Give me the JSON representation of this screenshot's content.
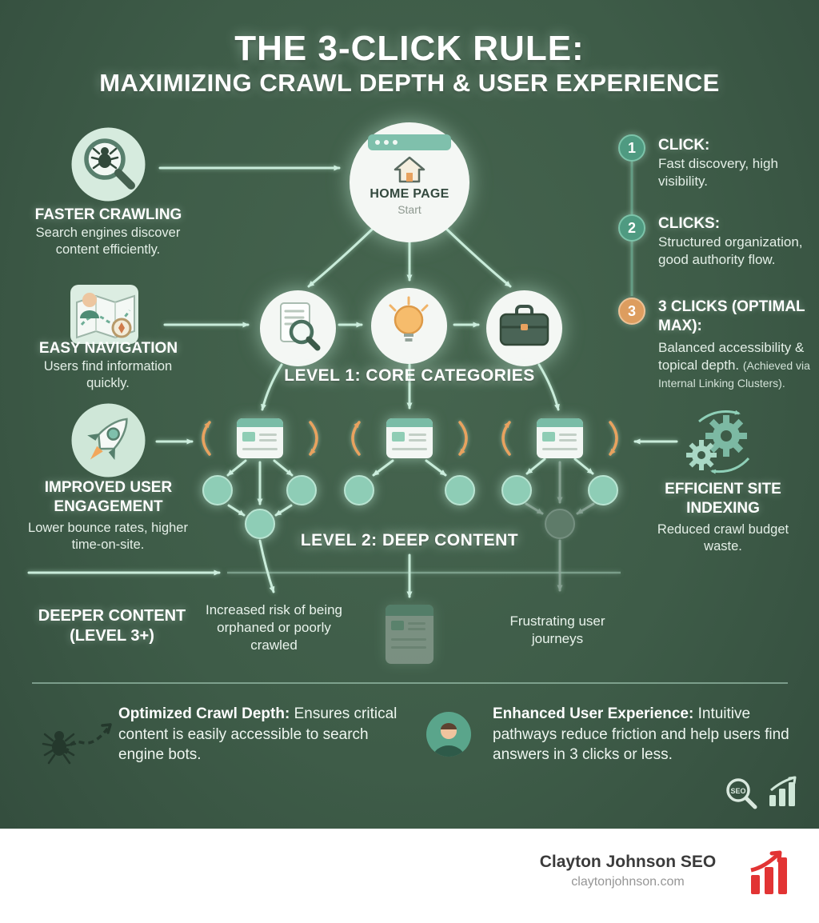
{
  "title": {
    "line1": "THE 3-CLICK RULE:",
    "line2": "MAXIMIZING CRAWL DEPTH & USER EXPERIENCE"
  },
  "left_column": [
    {
      "icon": "crawler-magnifier-icon",
      "heading": "FASTER CRAWLING",
      "body": "Search engines discover content efficiently."
    },
    {
      "icon": "navigation-map-icon",
      "heading": "EASY NAVIGATION",
      "body": "Users find information quickly."
    },
    {
      "icon": "rocket-icon",
      "heading": "IMPROVED USER ENGAGEMENT",
      "body": "Lower bounce rates, higher time-on-site."
    }
  ],
  "right_column": {
    "steps": [
      {
        "number": "1",
        "heading": "CLICK:",
        "body": "Fast discovery, high visibility."
      },
      {
        "number": "2",
        "heading": "CLICKS:",
        "body": "Structured organization, good authority flow."
      },
      {
        "number": "3",
        "heading": "3 CLICKS (OPTIMAL MAX):",
        "body": "Balanced accessibility & topical depth.",
        "note": "(Achieved via Internal Linking Clusters)."
      }
    ],
    "indexing": {
      "icon": "gears-icon",
      "heading": "EFFICIENT SITE INDEXING",
      "body": "Reduced crawl budget waste."
    }
  },
  "diagram": {
    "home": {
      "label": "HOME PAGE",
      "sublabel": "Start"
    },
    "level1_label": "LEVEL 1: CORE CATEGORIES",
    "level2_label": "LEVEL 2: DEEP CONTENT",
    "level3": {
      "heading": "DEEPER CONTENT (LEVEL 3+)",
      "risk_text": "Increased risk of being orphaned or poorly crawled",
      "frustration_text": "Frustrating user journeys"
    }
  },
  "callouts": {
    "crawl": {
      "lead": "Optimized Crawl Depth:",
      "text": "Ensures critical content is easily accessible to search engine bots."
    },
    "ux": {
      "lead": "Enhanced User Experience:",
      "text": "Intuitive pathways reduce friction and help users find answers in 3 clicks or less."
    }
  },
  "badges": {
    "seo": "SEO"
  },
  "footer": {
    "brand": "Clayton Johnson SEO",
    "url": "claytonjohnson.com"
  },
  "colors": {
    "background": "#3e5c48",
    "mint": "#cdeede",
    "teal": "#7fc0ac",
    "orange": "#e8a25f",
    "red": "#e23434"
  }
}
